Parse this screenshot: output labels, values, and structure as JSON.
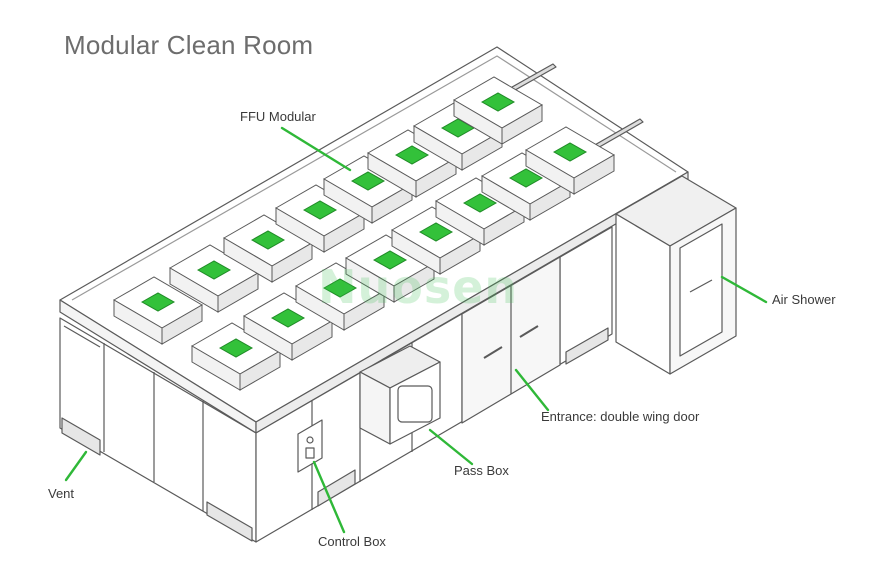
{
  "title": "Modular Clean Room",
  "labels": {
    "ffu": "FFU Modular",
    "air_shower": "Air Shower",
    "entrance": "Entrance: double wing door",
    "pass_box": "Pass Box",
    "vent": "Vent",
    "control_box": "Control Box"
  },
  "watermark": "Nuosen",
  "colors": {
    "filter_green": "#33c13a",
    "filter_green_dark": "#1f8a26",
    "pointer_green": "#2fb838",
    "line": "#5a5a5a"
  }
}
